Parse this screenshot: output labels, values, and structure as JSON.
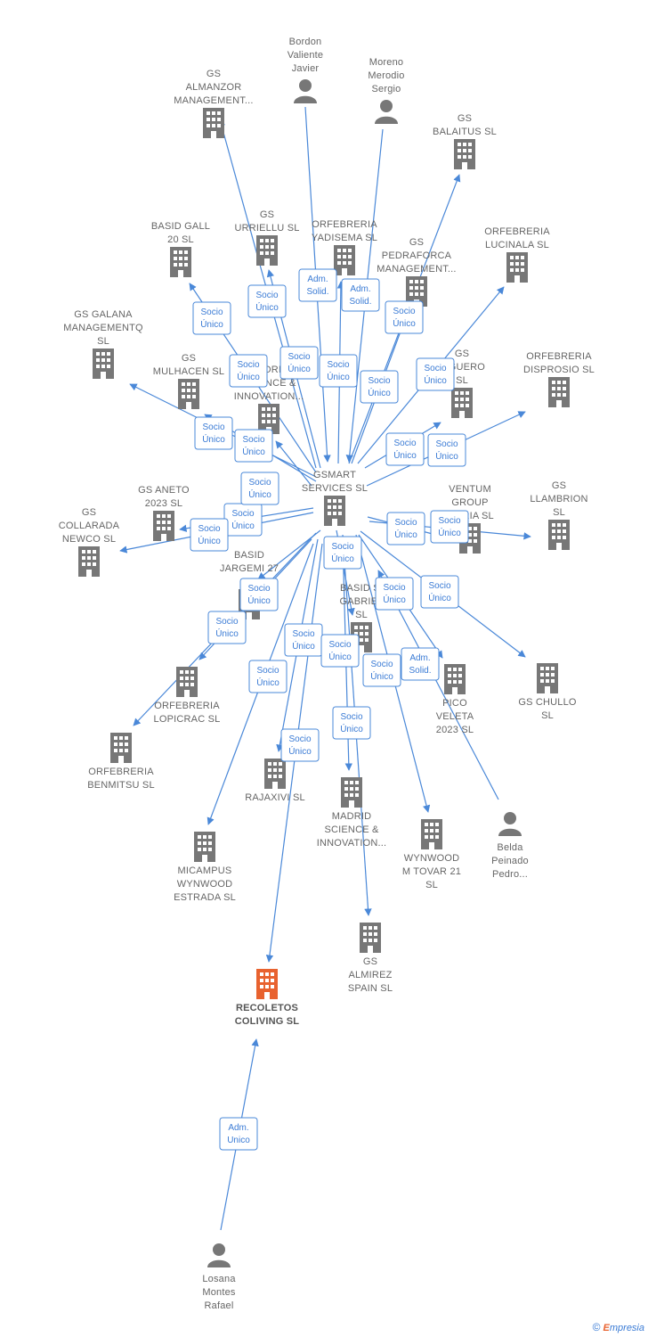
{
  "colors": {
    "edge": "#4a88d8",
    "node": "#777777",
    "highlight": "#e8622f",
    "link_text": "#3a7bd5"
  },
  "nodes": [
    {
      "id": "bordon",
      "kind": "person",
      "lines": [
        "Bordon",
        "Valiente",
        "Javier"
      ]
    },
    {
      "id": "moreno",
      "kind": "person",
      "lines": [
        "Moreno",
        "Merodio",
        "Sergio"
      ]
    },
    {
      "id": "almanzor",
      "kind": "company",
      "lines": [
        "GS",
        "ALMANZOR",
        "MANAGEMENT..."
      ]
    },
    {
      "id": "balaitus",
      "kind": "company",
      "lines": [
        "GS",
        "BALAITUS  SL"
      ]
    },
    {
      "id": "basidgall",
      "kind": "company",
      "lines": [
        "BASID GALL",
        "20  SL"
      ]
    },
    {
      "id": "urriellu",
      "kind": "company",
      "lines": [
        "GS",
        "URRIELLU  SL"
      ]
    },
    {
      "id": "yadisema",
      "kind": "company",
      "lines": [
        "ORFEBRERIA",
        "YADISEMA  SL"
      ]
    },
    {
      "id": "pedraforca",
      "kind": "company",
      "lines": [
        "GS",
        "PEDRAFORCA",
        "MANAGEMENT..."
      ]
    },
    {
      "id": "lucinala",
      "kind": "company",
      "lines": [
        "ORFEBRERIA",
        "LUCINALA  SL"
      ]
    },
    {
      "id": "galana",
      "kind": "company",
      "lines": [
        "GS GALANA",
        "MANAGEMENTQ",
        "SL"
      ]
    },
    {
      "id": "mulhacen",
      "kind": "company",
      "lines": [
        "GS",
        "MULHACEN  SL"
      ]
    },
    {
      "id": "madridsci1",
      "kind": "company",
      "lines": [
        "MADRID",
        "SCIENCE &",
        "INNOVATION..."
      ]
    },
    {
      "id": "aiguero",
      "kind": "company",
      "lines": [
        "GS",
        "AIGUERO",
        "SL"
      ]
    },
    {
      "id": "disprosio",
      "kind": "company",
      "lines": [
        "ORFEBRERIA",
        "DISPROSIO  SL"
      ]
    },
    {
      "id": "gsmart",
      "kind": "company",
      "lines": [
        "GSMART",
        "SERVICES  SL"
      ]
    },
    {
      "id": "aneto",
      "kind": "company",
      "lines": [
        "GS ANETO",
        "2023  SL"
      ]
    },
    {
      "id": "collarada",
      "kind": "company",
      "lines": [
        "GS",
        "COLLARADA",
        "NEWCO  SL"
      ]
    },
    {
      "id": "ventum",
      "kind": "company",
      "lines": [
        "VENTUM",
        "GROUP",
        "IBERIA  SL"
      ]
    },
    {
      "id": "llambrion",
      "kind": "company",
      "lines": [
        "GS",
        "LLAMBRION",
        "SL"
      ]
    },
    {
      "id": "jargemi",
      "kind": "company",
      "lines": [
        "BASID",
        "JARGEMI 27",
        "SL"
      ]
    },
    {
      "id": "gabriel",
      "kind": "company",
      "lines": [
        "BASID S.",
        "GABRIEL",
        "SL"
      ]
    },
    {
      "id": "lopicrac",
      "kind": "company",
      "lines": [
        "ORFEBRERIA",
        "LOPICRAC  SL"
      ]
    },
    {
      "id": "benmitsu",
      "kind": "company",
      "lines": [
        "ORFEBRERIA",
        "BENMITSU  SL"
      ]
    },
    {
      "id": "pico",
      "kind": "company",
      "lines": [
        "PICO",
        "VELETA",
        "2023  SL"
      ]
    },
    {
      "id": "chullo",
      "kind": "company",
      "lines": [
        "GS CHULLO",
        "SL"
      ]
    },
    {
      "id": "rajaxivi",
      "kind": "company",
      "lines": [
        "RAJAXIVI  SL"
      ]
    },
    {
      "id": "madridsci2",
      "kind": "company",
      "lines": [
        "MADRID",
        "SCIENCE &",
        "INNOVATION..."
      ]
    },
    {
      "id": "wynwoodtovar",
      "kind": "company",
      "lines": [
        "WYNWOOD",
        "M TOVAR 21",
        "SL"
      ]
    },
    {
      "id": "belda",
      "kind": "person",
      "lines": [
        "Belda",
        "Peinado",
        "Pedro..."
      ]
    },
    {
      "id": "micampus",
      "kind": "company",
      "lines": [
        "MICAMPUS",
        "WYNWOOD",
        "ESTRADA  SL"
      ]
    },
    {
      "id": "almirez",
      "kind": "company",
      "lines": [
        "GS",
        "ALMIREZ",
        "SPAIN  SL"
      ]
    },
    {
      "id": "recoletos",
      "kind": "company",
      "highlight": true,
      "lines": [
        "RECOLETOS",
        "COLIVING  SL"
      ]
    },
    {
      "id": "losana",
      "kind": "person",
      "lines": [
        "Losana",
        "Montes",
        "Rafael"
      ]
    }
  ],
  "edges": [
    {
      "from": "bordon",
      "to": "gsmart",
      "label": [
        "Adm.",
        "Solid."
      ]
    },
    {
      "from": "moreno",
      "to": "gsmart",
      "label": [
        "Adm.",
        "Solid."
      ]
    },
    {
      "from": "gsmart",
      "to": "almanzor",
      "label": [
        "Socio",
        "Único"
      ]
    },
    {
      "from": "gsmart",
      "to": "balaitus",
      "label": [
        "Socio",
        "Único"
      ]
    },
    {
      "from": "gsmart",
      "to": "basidgall",
      "label": [
        "Socio",
        "Único"
      ]
    },
    {
      "from": "gsmart",
      "to": "urriellu",
      "label": [
        "Socio",
        "Único"
      ]
    },
    {
      "from": "gsmart",
      "to": "yadisema",
      "label": [
        "Socio",
        "Único"
      ]
    },
    {
      "from": "gsmart",
      "to": "pedraforca",
      "label": [
        "Socio",
        "Único"
      ]
    },
    {
      "from": "gsmart",
      "to": "lucinala",
      "label": [
        "Socio",
        "Único"
      ]
    },
    {
      "from": "gsmart",
      "to": "galana",
      "label": [
        "Socio",
        "Único"
      ]
    },
    {
      "from": "gsmart",
      "to": "mulhacen",
      "label": [
        "Socio",
        "Único"
      ]
    },
    {
      "from": "gsmart",
      "to": "madridsci1",
      "label": [
        "Socio",
        "Único"
      ]
    },
    {
      "from": "gsmart",
      "to": "aiguero",
      "label": [
        "Socio",
        "Único"
      ]
    },
    {
      "from": "gsmart",
      "to": "disprosio",
      "label": [
        "Socio",
        "Único"
      ]
    },
    {
      "from": "gsmart",
      "to": "aneto",
      "label": [
        "Socio",
        "Único"
      ]
    },
    {
      "from": "gsmart",
      "to": "collarada",
      "label": [
        "Socio",
        "Único"
      ]
    },
    {
      "from": "gsmart",
      "to": "ventum",
      "label": [
        "Socio",
        "Único"
      ]
    },
    {
      "from": "gsmart",
      "to": "llambrion",
      "label": [
        "Socio",
        "Único"
      ]
    },
    {
      "from": "gsmart",
      "to": "jargemi",
      "label": [
        "Socio",
        "Único"
      ]
    },
    {
      "from": "gsmart",
      "to": "gabriel",
      "label": [
        "Socio",
        "Único"
      ]
    },
    {
      "from": "gsmart",
      "to": "lopicrac",
      "label": [
        "Socio",
        "Único"
      ]
    },
    {
      "from": "gsmart",
      "to": "benmitsu",
      "label": [
        "Socio",
        "Único"
      ]
    },
    {
      "from": "gsmart",
      "to": "pico",
      "label": [
        "Socio",
        "Único"
      ]
    },
    {
      "from": "gsmart",
      "to": "chullo",
      "label": [
        "Socio",
        "Único"
      ]
    },
    {
      "from": "gsmart",
      "to": "rajaxivi",
      "label": [
        "Socio",
        "Único"
      ]
    },
    {
      "from": "gsmart",
      "to": "madridsci2",
      "label": [
        "Socio",
        "Único"
      ]
    },
    {
      "from": "gsmart",
      "to": "wynwoodtovar",
      "label": [
        "Socio",
        "Único"
      ]
    },
    {
      "from": "gsmart",
      "to": "micampus",
      "label": [
        "Socio",
        "Único"
      ]
    },
    {
      "from": "gsmart",
      "to": "almirez",
      "label": [
        "Socio",
        "Único"
      ]
    },
    {
      "from": "gsmart",
      "to": "recoletos",
      "label": [
        "Socio",
        "Único"
      ]
    },
    {
      "from": "belda",
      "to": "gabriel",
      "label": [
        "Adm.",
        "Solid."
      ]
    },
    {
      "from": "losana",
      "to": "recoletos",
      "label": [
        "Adm.",
        "Unico"
      ]
    }
  ],
  "footer": {
    "copyright": "©",
    "brand_initial": "E",
    "brand_rest": "mpresia"
  }
}
